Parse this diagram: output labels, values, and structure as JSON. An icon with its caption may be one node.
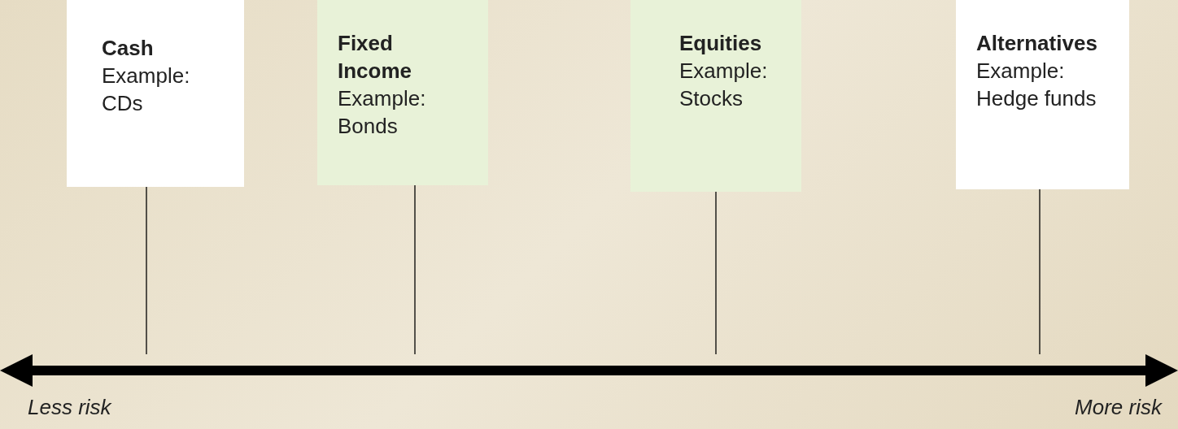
{
  "diagram": {
    "nodes": [
      {
        "text": [
          "Cash",
          "Example: CDs"
        ]
      },
      {
        "text": [
          "Fixed Income",
          "Example: Bonds"
        ]
      },
      {
        "text": [
          "Equities",
          "Example: Stocks"
        ]
      },
      {
        "text": [
          "Alternatives",
          "Example: Hedge funds"
        ]
      },
      {
        "text": [],
        "shape": "bar"
      }
    ],
    "edges": [
      {
        "from": 0,
        "to": 4,
        "arrow": "none"
      },
      {
        "from": 1,
        "to": 4,
        "arrow": "none"
      },
      {
        "from": 2,
        "to": 4,
        "arrow": "none"
      },
      {
        "from": 3,
        "to": 4,
        "arrow": "none"
      }
    ],
    "labels": [
      "Less risk",
      "More risk"
    ]
  }
}
